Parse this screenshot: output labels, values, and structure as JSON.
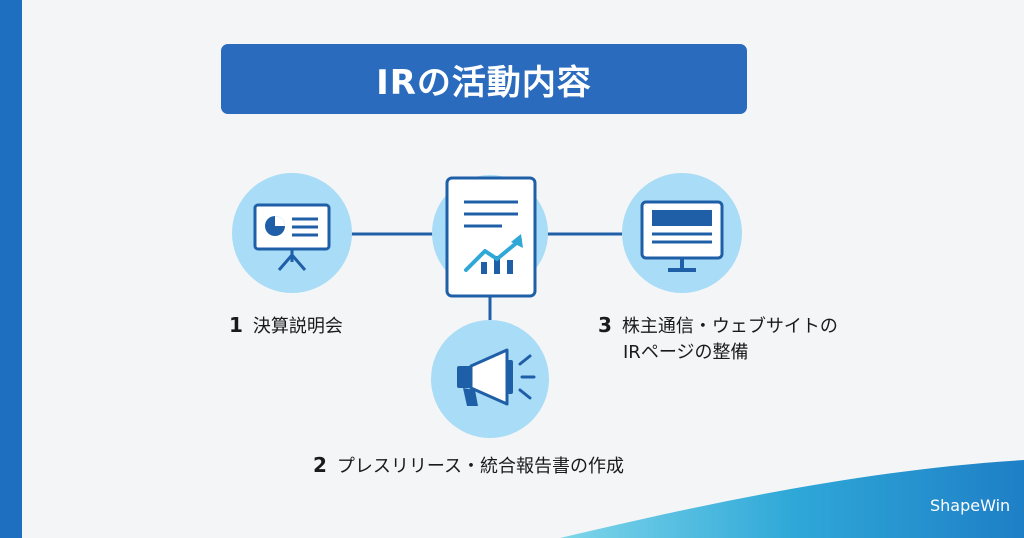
{
  "title": "IRの活動内容",
  "items": [
    {
      "number": "1",
      "label": "決算説明会",
      "icon": "presentation-board-icon"
    },
    {
      "number": "2",
      "label": "プレスリリース・統合報告書の作成",
      "icon": "megaphone-icon"
    },
    {
      "number": "3",
      "label_line1": "株主通信・ウェブサイトの",
      "label_line2": "IRページの整備",
      "icon": "monitor-icon"
    }
  ],
  "center_icon": "report-chart-icon",
  "logo_text": "ShapeWin",
  "colors": {
    "title_bg": "#2a6bbd",
    "circle_bg": "#a9dcf6",
    "icon_dark": "#1f5fa8",
    "line": "#1f5fa8",
    "accent_bar": "#1e6fbf"
  }
}
